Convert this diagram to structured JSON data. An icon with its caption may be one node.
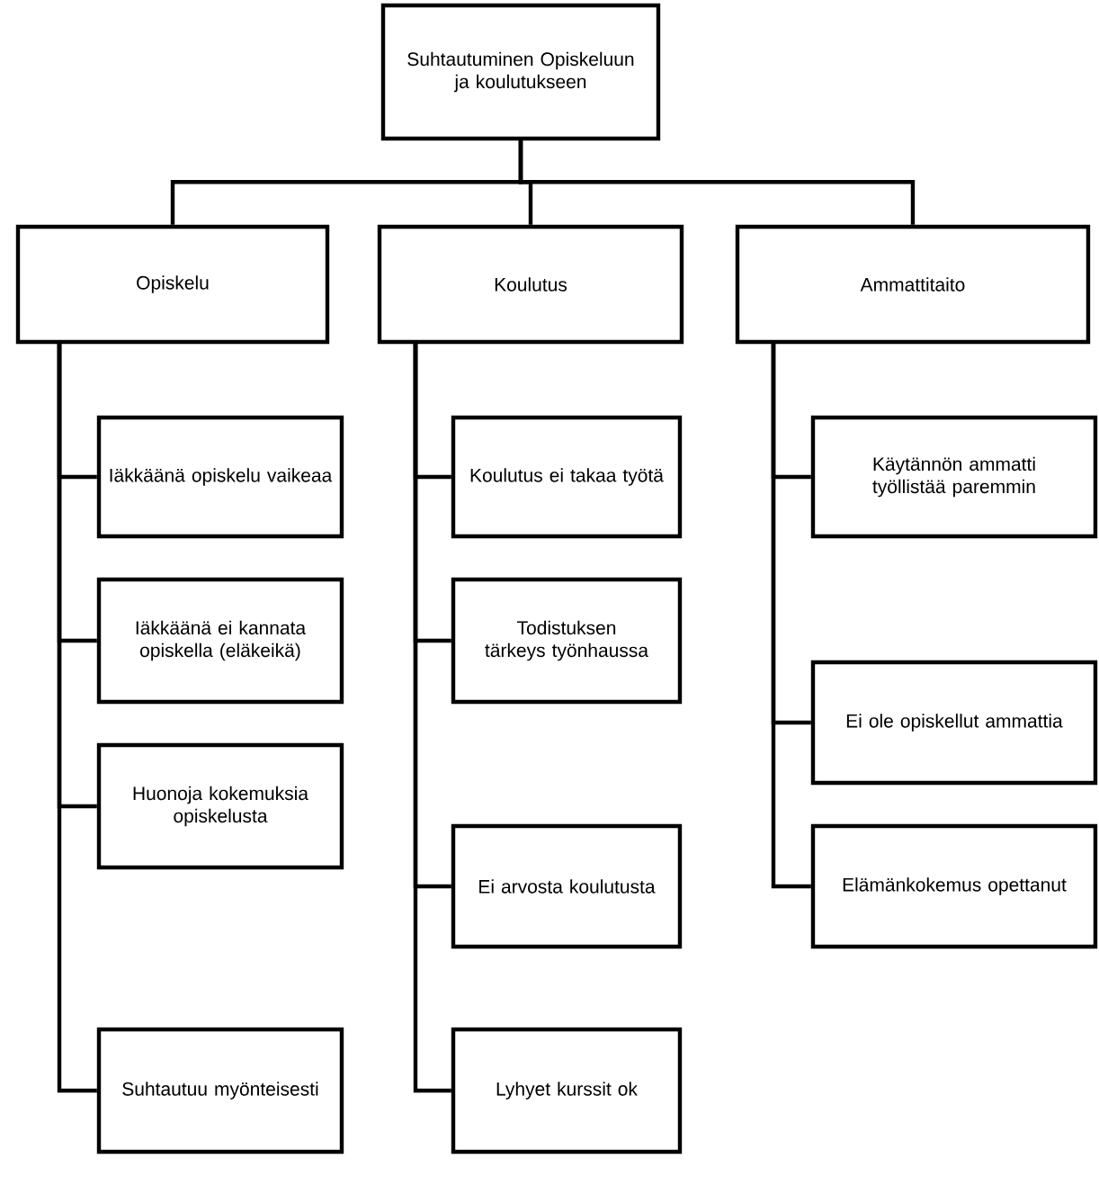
{
  "diagram": {
    "nodes": [
      {
        "text": [
          "Suhtautuminen Opiskeluun ja koulutukseen"
        ]
      },
      {
        "text": [
          "Opiskelu"
        ]
      },
      {
        "text": [
          "Koulutus"
        ]
      },
      {
        "text": [
          "Ammattitaito"
        ]
      },
      {
        "text": [
          "Iäkkäänä opiskelu vaikeaa"
        ]
      },
      {
        "text": [
          "Iäkkäänä ei kannata opiskella (eläkeikä)"
        ]
      },
      {
        "text": [
          "Huonoja kokemuksia opiskelusta"
        ]
      },
      {
        "text": [
          "Suhtautuu myönteisesti"
        ]
      },
      {
        "text": [
          "Koulutus ei takaa työtä"
        ]
      },
      {
        "text": [
          "Todistuksen tärkeys työnhaussa"
        ]
      },
      {
        "text": [
          "Ei arvosta koulutusta"
        ]
      },
      {
        "text": [
          "Lyhyet kurssit ok"
        ]
      },
      {
        "text": [
          "Käytännön ammatti työllistää paremmin"
        ]
      },
      {
        "text": [
          "Ei ole opiskellut ammattia"
        ]
      },
      {
        "text": [
          "Elämänkokemus opettanut"
        ]
      }
    ],
    "edges": [
      {
        "from": 0,
        "to": 1,
        "arrow": "none"
      },
      {
        "from": 0,
        "to": 2,
        "arrow": "none"
      },
      {
        "from": 0,
        "to": 3,
        "arrow": "none"
      },
      {
        "from": 1,
        "to": 4,
        "arrow": "none"
      },
      {
        "from": 1,
        "to": 5,
        "arrow": "none"
      },
      {
        "from": 1,
        "to": 6,
        "arrow": "none"
      },
      {
        "from": 1,
        "to": 7,
        "arrow": "none"
      },
      {
        "from": 2,
        "to": 8,
        "arrow": "none"
      },
      {
        "from": 2,
        "to": 9,
        "arrow": "none"
      },
      {
        "from": 2,
        "to": 10,
        "arrow": "none"
      },
      {
        "from": 2,
        "to": 11,
        "arrow": "none"
      },
      {
        "from": 3,
        "to": 12,
        "arrow": "none"
      },
      {
        "from": 3,
        "to": 13,
        "arrow": "none"
      },
      {
        "from": 3,
        "to": 14,
        "arrow": "none"
      }
    ]
  }
}
